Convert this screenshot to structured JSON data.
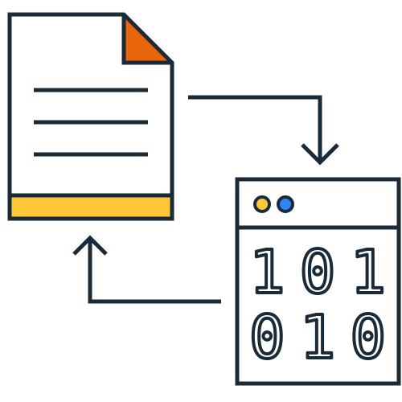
{
  "colors": {
    "stroke": "#1b2a38",
    "background": "#ffffff",
    "corner_fold": "#e8650b",
    "document_footer": "#ffc83a",
    "dot_left": "#ffc83a",
    "dot_right": "#2e87f0"
  },
  "document": {
    "icon": "document-icon",
    "text_lines": 3
  },
  "code_window": {
    "icon": "binary-window-icon",
    "row_1": "101",
    "row_2": "010"
  },
  "arrows": [
    {
      "icon": "arrow-right-down-icon"
    },
    {
      "icon": "arrow-left-up-icon"
    }
  ]
}
